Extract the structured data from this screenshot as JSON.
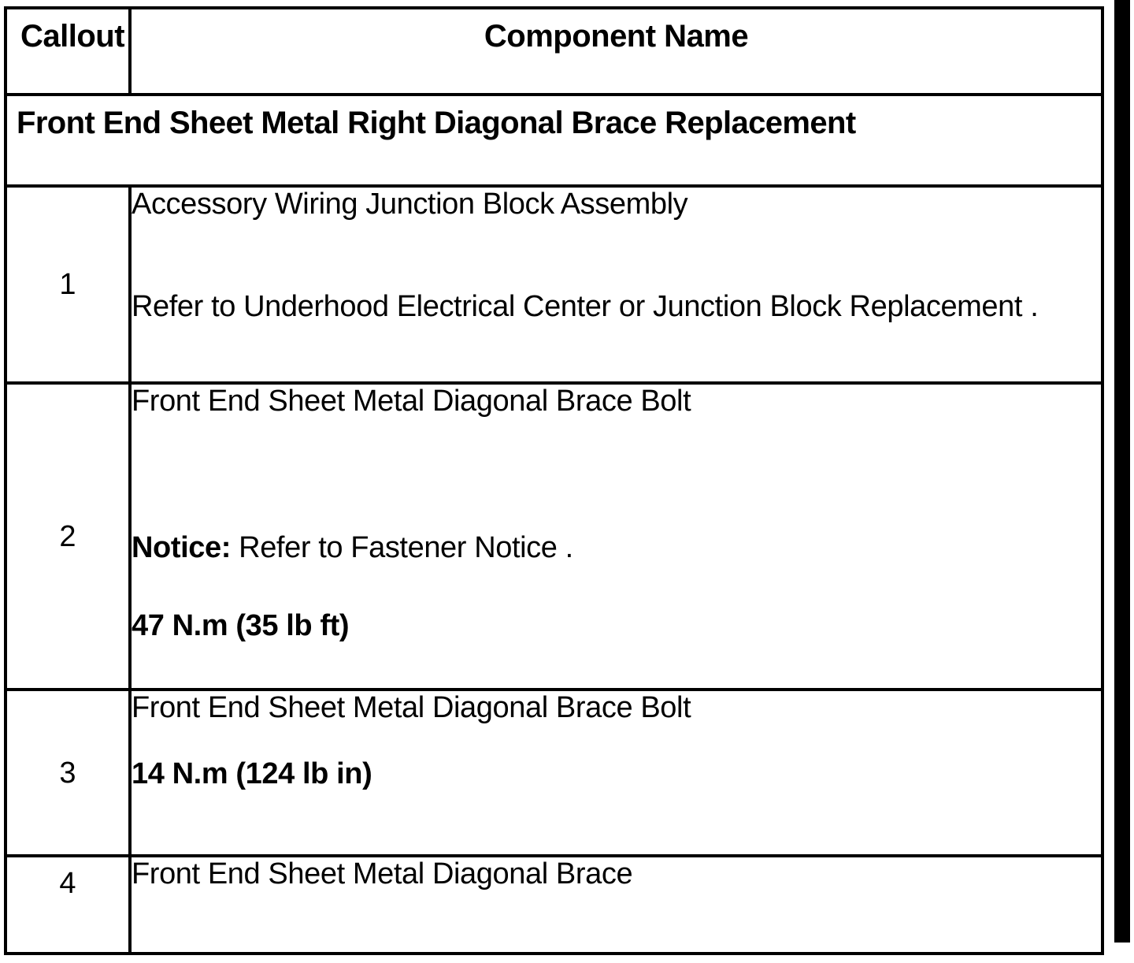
{
  "document": {
    "type": "service-manual-callout-table",
    "section_title": "Front End Sheet Metal Right Diagonal Brace Replacement"
  },
  "table": {
    "headers": {
      "callout": "Callout",
      "component_name": "Component Name"
    },
    "rows": [
      {
        "callout": "1",
        "lines": [
          {
            "text": "Accessory Wiring Junction Block Assembly",
            "bold": false
          },
          {
            "text": "Refer to Underhood Electrical Center or Junction Block Replacement .",
            "bold": false
          }
        ]
      },
      {
        "callout": "2",
        "lines": [
          {
            "text": "Front End Sheet Metal Diagonal Brace Bolt",
            "bold": false
          },
          {
            "label": "Notice:",
            "text": " Refer to Fastener Notice .",
            "bold": false
          },
          {
            "text": "47 N.m (35 lb ft)",
            "bold": true
          }
        ]
      },
      {
        "callout": "3",
        "lines": [
          {
            "text": "Front End Sheet Metal Diagonal Brace Bolt",
            "bold": false
          },
          {
            "text": "14 N.m (124 lb in)",
            "bold": true
          }
        ]
      },
      {
        "callout": "4",
        "lines": [
          {
            "text": "Front End Sheet Metal Diagonal Brace",
            "bold": false
          }
        ]
      }
    ]
  },
  "colors": {
    "border": "#000000",
    "text": "#000000",
    "background": "#ffffff",
    "page_edge_bar": "#000000"
  }
}
